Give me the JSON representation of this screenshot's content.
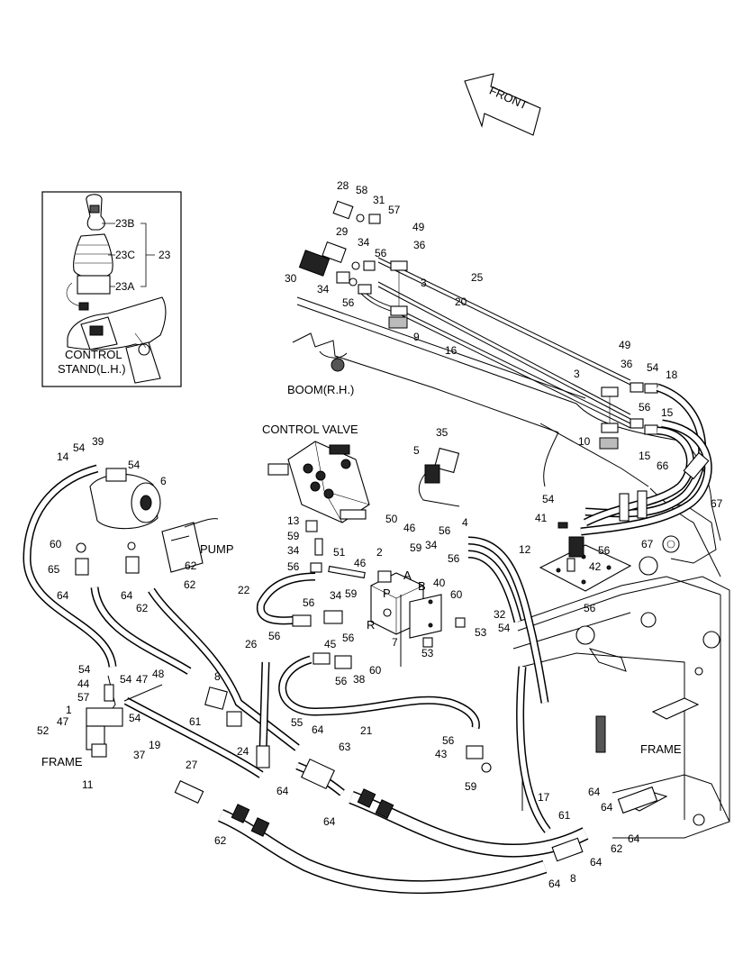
{
  "arrow": {
    "text": "FRONT"
  },
  "inset": {
    "caption_line1": "CONTROL",
    "caption_line2": "STAND(L.H.)",
    "callouts": [
      "23B",
      "23C",
      "23A",
      "23"
    ]
  },
  "labels": {
    "boom": "BOOM(R.H.)",
    "control_valve": "CONTROL VALVE",
    "pump": "PUMP",
    "frame_left": "FRAME",
    "frame_right": "FRAME",
    "port_p": "P",
    "port_a": "A",
    "port_b": "B",
    "port_r": "R"
  },
  "callouts": [
    "28",
    "58",
    "31",
    "57",
    "49",
    "36",
    "29",
    "34",
    "56",
    "30",
    "34",
    "56",
    "3",
    "25",
    "20",
    "16",
    "9",
    "3",
    "49",
    "36",
    "54",
    "18",
    "56",
    "15",
    "15",
    "10",
    "66",
    "67",
    "67",
    "35",
    "5",
    "54",
    "41",
    "56",
    "42",
    "12",
    "32",
    "54",
    "56",
    "54",
    "39",
    "14",
    "54",
    "6",
    "60",
    "65",
    "64",
    "64",
    "62",
    "62",
    "13",
    "59",
    "34",
    "56",
    "50",
    "46",
    "4",
    "2",
    "59",
    "56",
    "34",
    "56",
    "40",
    "60",
    "51",
    "46",
    "22",
    "56",
    "34",
    "59",
    "45",
    "56",
    "7",
    "53",
    "53",
    "60",
    "56",
    "38",
    "26",
    "56",
    "54",
    "44",
    "57",
    "54",
    "47",
    "48",
    "8",
    "61",
    "47",
    "52",
    "1",
    "54",
    "37",
    "19",
    "55",
    "64",
    "63",
    "62",
    "27",
    "24",
    "64",
    "64",
    "21",
    "56",
    "43",
    "59",
    "11",
    "17",
    "61",
    "64",
    "64",
    "64",
    "62",
    "8",
    "64",
    "64",
    "62"
  ]
}
